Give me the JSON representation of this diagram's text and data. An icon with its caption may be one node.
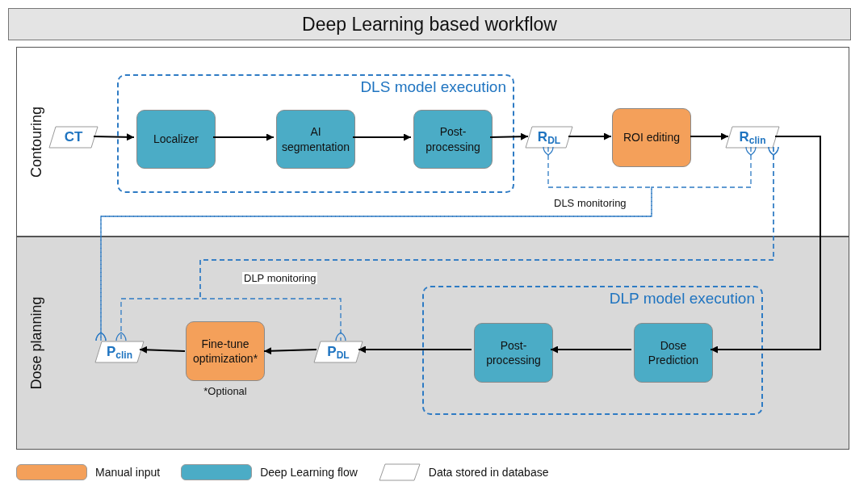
{
  "diagram": {
    "title": "Deep Learning based workflow",
    "nodes": [
      {
        "text": [
          "Contouring"
        ]
      },
      {
        "text": [
          "Dose planning"
        ]
      },
      {
        "text": [
          "DLS model execution"
        ],
        "in": 0
      },
      {
        "text": [
          "CT"
        ],
        "in": 0
      },
      {
        "text": [
          "Localizer"
        ],
        "in": 2
      },
      {
        "text": [
          "AI segmentation"
        ],
        "in": 2
      },
      {
        "text": [
          "Post-processing"
        ],
        "in": 2
      },
      {
        "text": [
          "R$_{DL}$"
        ],
        "in": 0
      },
      {
        "text": [
          "ROI editing"
        ],
        "in": 0
      },
      {
        "text": [
          "R$_{clin}$"
        ],
        "in": 0
      },
      {
        "text": [
          "DLP model execution"
        ],
        "in": 1
      },
      {
        "text": [
          "Post-processing"
        ],
        "in": 10
      },
      {
        "text": [
          "Dose Prediction"
        ],
        "in": 10
      },
      {
        "text": [
          "P$_{DL}$"
        ],
        "in": 1
      },
      {
        "text": [
          "Fine-tune optimization*"
        ],
        "in": 1,
        "beside": [
          "*Optional"
        ]
      },
      {
        "text": [
          "P$_{clin}$"
        ],
        "in": 1
      }
    ],
    "edges": [
      {
        "from": 3,
        "to": 4,
        "arrow": "to"
      },
      {
        "from": 4,
        "to": 5,
        "arrow": "to"
      },
      {
        "from": 5,
        "to": 6,
        "arrow": "to"
      },
      {
        "from": 6,
        "to": 7,
        "arrow": "to"
      },
      {
        "from": 7,
        "to": 8,
        "arrow": "to"
      },
      {
        "from": 8,
        "to": 9,
        "arrow": "to"
      },
      {
        "from": 9,
        "to": 12,
        "arrow": "to"
      },
      {
        "from": 12,
        "to": 11,
        "arrow": "to"
      },
      {
        "from": 11,
        "to": 13,
        "arrow": "to"
      },
      {
        "from": 13,
        "to": 14,
        "arrow": "to"
      },
      {
        "from": 14,
        "to": 15,
        "arrow": "to"
      },
      {
        "from": 7,
        "to": 15,
        "arrow": "other",
        "style": "dashed",
        "color": "#2e7bc4",
        "label": "DLS monitoring"
      },
      {
        "from": 9,
        "to": 15,
        "arrow": "other",
        "style": "dashed",
        "color": "#2e7bc4"
      },
      {
        "from": 9,
        "to": 13,
        "arrow": "other",
        "style": "dashed",
        "color": "#2e7bc4",
        "label": "DLP monitoring"
      },
      {
        "from": 9,
        "to": 15,
        "arrow": "other",
        "style": "dashed",
        "color": "#2e7bc4"
      }
    ],
    "legend": [
      {
        "text": "Manual input",
        "color": "#f4a05a"
      },
      {
        "text": "Deep Learning flow",
        "color": "#4bacc6"
      },
      {
        "text": "Data stored in database"
      }
    ]
  }
}
